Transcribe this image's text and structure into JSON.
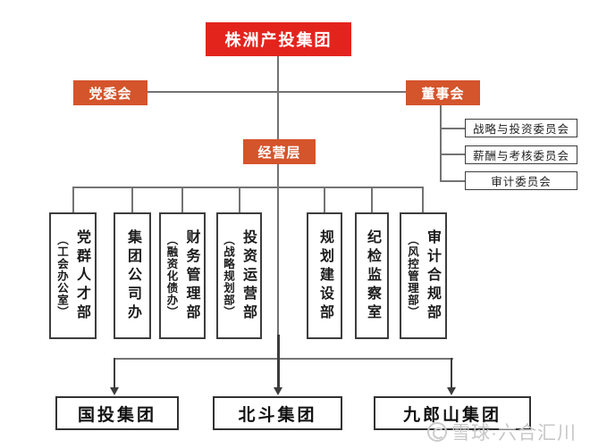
{
  "page": {
    "background": "#ffffff"
  },
  "colors": {
    "root_red": "#e3241d",
    "level_orange": "#d4542c",
    "line_gray": "#737373",
    "arrow_dark": "#3c3c3c",
    "box_border": "#3d3d3d",
    "watermark_gray": "#c7c7c7"
  },
  "org_chart": {
    "root": {
      "label": "株洲产投集团"
    },
    "party_committee": {
      "label": "党委会"
    },
    "board": {
      "label": "董事会"
    },
    "management": {
      "label": "经营层"
    },
    "board_committees": [
      {
        "label": "战略与投资委员会"
      },
      {
        "label": "薪酬与考核委员会"
      },
      {
        "label": "审计委员会"
      }
    ],
    "departments": [
      {
        "label": "党群人才部",
        "sub_label": "（工会办公室）"
      },
      {
        "label": "集团公司办",
        "sub_label": ""
      },
      {
        "label": "财务管理部",
        "sub_label": "（融资化债办）"
      },
      {
        "label": "投资运营部",
        "sub_label": "（战略规划部）"
      },
      {
        "label": "规划建设部",
        "sub_label": ""
      },
      {
        "label": "纪检监察室",
        "sub_label": ""
      },
      {
        "label": "审计合规部",
        "sub_label": "（风控管理部）"
      }
    ],
    "subsidiaries": [
      {
        "label": "国投集团"
      },
      {
        "label": "北斗集团"
      },
      {
        "label": "九郎山集团"
      }
    ]
  },
  "watermark": {
    "source": "雪球·六合汇川"
  }
}
